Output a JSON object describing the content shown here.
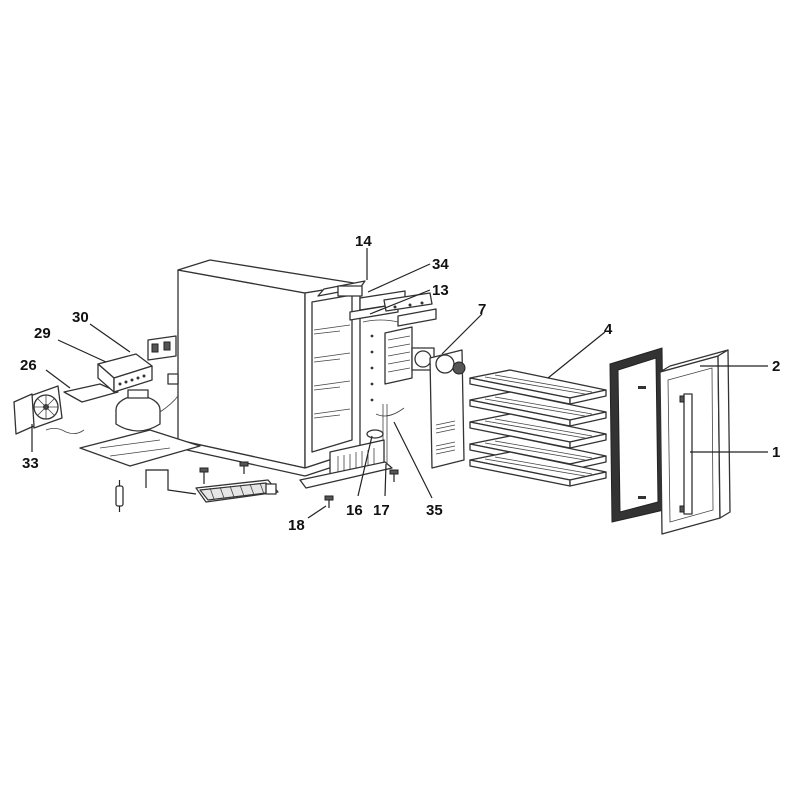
{
  "callouts": {
    "c1": "1",
    "c2": "2",
    "c4": "4",
    "c7": "7",
    "c13": "13",
    "c14": "14",
    "c16": "16",
    "c17": "17",
    "c18": "18",
    "c26": "26",
    "c29": "29",
    "c30": "30",
    "c33": "33",
    "c34": "34",
    "c35": "35"
  }
}
